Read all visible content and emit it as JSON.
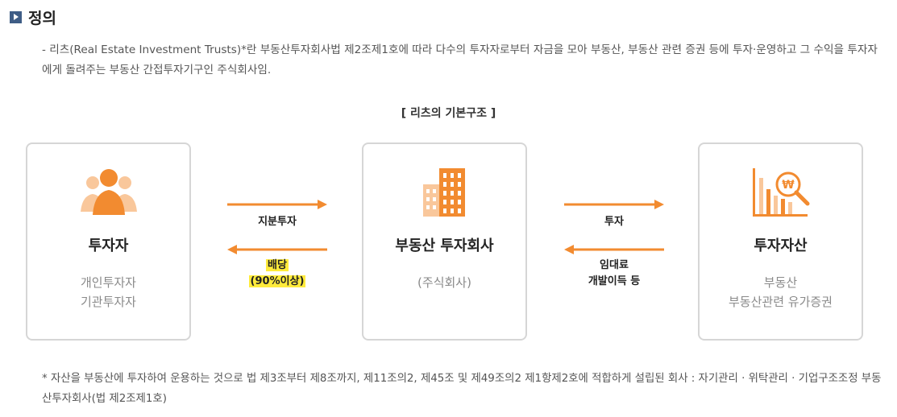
{
  "section": {
    "title": "정의",
    "description": "- 리츠(Real Estate Investment Trusts)*란 부동산투자회사법 제2조제1호에 따라 다수의 투자자로부터 자금을 모아 부동산, 부동산 관련 증권 등에 투자·운영하고 그 수익을 투자자에게 돌려주는 부동산 간접투자기구인 주식회사임."
  },
  "diagram": {
    "title": "[ 리츠의 기본구조 ]",
    "investor": {
      "name": "투자자",
      "sub1": "개인투자자",
      "sub2": "기관투자자",
      "icon": "people-icon"
    },
    "company": {
      "name": "부동산 투자회사",
      "sub1": "(주식회사)",
      "icon": "building-icon"
    },
    "asset": {
      "name": "투자자산",
      "sub1": "부동산",
      "sub2": "부동산관련 유가증권",
      "icon": "chart-magnifier-icon"
    },
    "flows": {
      "equity": "지분투자",
      "dividend_line1": "배당",
      "dividend_line2": "(90%이상)",
      "invest": "투자",
      "return_line1": "임대료",
      "return_line2": "개발이득 등"
    },
    "colors": {
      "accent": "#f28b30",
      "highlight": "#ffeb3b",
      "border": "#d6d6d6"
    }
  },
  "footnote": "* 자산을 부동산에 투자하여 운용하는 것으로 법 제3조부터 제8조까지, 제11조의2, 제45조 및 제49조의2 제1항제2호에 적합하게 설립된 회사 : 자기관리 · 위탁관리 · 기업구조조정 부동산투자회사(법 제2조제1호)"
}
